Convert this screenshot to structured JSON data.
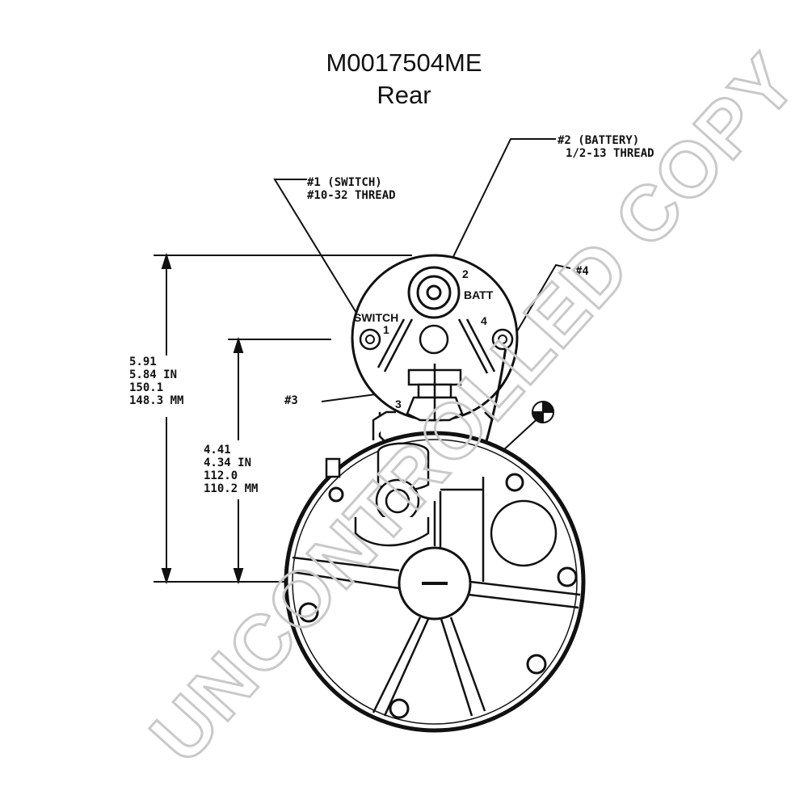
{
  "title": {
    "part_number": "M0017504ME",
    "view": "Rear"
  },
  "callouts": {
    "switch_name": "#1 (SWITCH)",
    "switch_thread": "#10-32 THREAD",
    "battery_name": "#2 (BATTERY)",
    "battery_thread": "1/2-13 THREAD",
    "terminal_3": "#3",
    "terminal_4": "#4"
  },
  "terminal_labels": {
    "switch": "SWITCH",
    "batt": "BATT",
    "n1": "1",
    "n2": "2",
    "n3": "3",
    "n4": "4"
  },
  "dimensions": {
    "overall": [
      "5.91",
      "5.84 IN",
      "150.1",
      "148.3 MM"
    ],
    "mount": [
      "4.41",
      "4.34 IN",
      "112.0",
      "110.2 MM"
    ]
  },
  "watermark": "UNCONTROLLED COPY"
}
